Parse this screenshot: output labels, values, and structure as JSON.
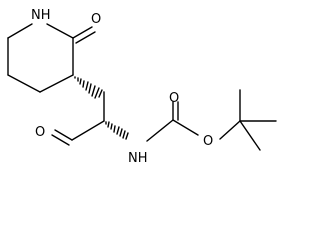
{
  "structure": {
    "atom_labels": {
      "ring_nh": "NH",
      "ring_carbonyl_o": "O",
      "aldehyde_o": "O",
      "amide_nh": "NH",
      "carbamate_carbonyl_o": "O",
      "ester_o": "O"
    }
  }
}
